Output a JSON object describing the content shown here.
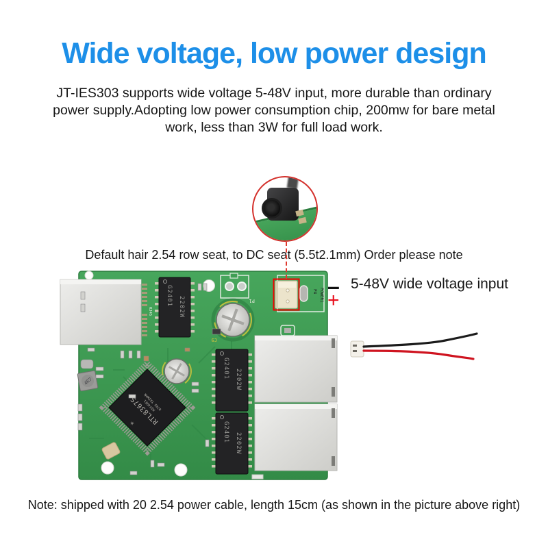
{
  "colors": {
    "title_blue": "#1d8fe8",
    "text_black": "#1a1a1a",
    "callout_circle_red": "#d4312c",
    "leader_red": "#e0392e",
    "highlight_box_red": "#f10000",
    "plus_red": "#e8101e",
    "board_green": "#3f9e54",
    "shield_silver": "#dcdcd8",
    "chip_black": "#1d1d1f",
    "wire_black": "#1b1b1b",
    "wire_red": "#cf1420"
  },
  "header": {
    "title": "Wide voltage, low power design",
    "paragraph_lines": [
      "JT-IES303 supports wide voltage 5-48V input, more durable than ordinary",
      "power supply.Adopting low power consumption chip, 200mw for bare metal",
      "work, less than 3W for full load work."
    ]
  },
  "callout": {
    "note": "Default hair 2.54 row seat, to DC seat (5.5t2.1mm) Order please note"
  },
  "annotation": {
    "minus": "–",
    "label": "5-48V wide voltage input",
    "plus": "+"
  },
  "pcb": {
    "main_chip": {
      "line1": "RTL8367S",
      "line2": "MIF49E1",
      "line3": "0705 TAIWAN"
    },
    "transformer": {
      "line1": "G2401",
      "line2": "2202W"
    },
    "silkscreen": {
      "p1": "P1",
      "p4": "P4",
      "power": "POWER1",
      "rj45": "RJ45",
      "c9": "C9",
      "inductor": "4R7"
    }
  },
  "footer": {
    "note": "Note: shipped with 20 2.54 power cable, length 15cm (as shown in the picture above right)"
  }
}
